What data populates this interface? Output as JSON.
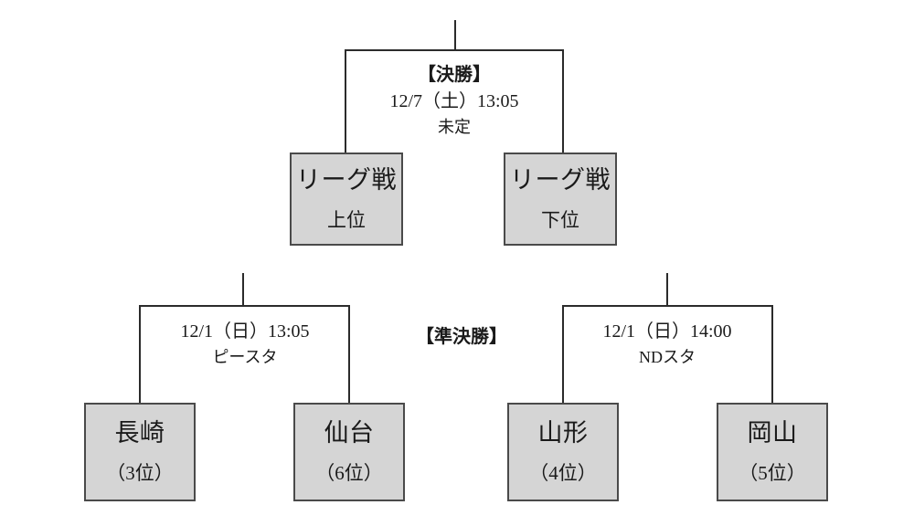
{
  "diagram": {
    "type": "tournament-bracket",
    "title_text": "",
    "colors": {
      "box_fill": "#d5d5d5",
      "box_border": "#4a4a4a",
      "line": "#2b2b2b",
      "background": "#ffffff",
      "text": "#1a1a1a"
    }
  },
  "final": {
    "round_label": "【決勝】",
    "datetime": "12/7（土）13:05",
    "venue": "未定",
    "left_slot": {
      "primary": "リーグ戦",
      "secondary": "上位"
    },
    "right_slot": {
      "primary": "リーグ戦",
      "secondary": "下位"
    }
  },
  "semifinal": {
    "round_label": "【準決勝】",
    "matches": [
      {
        "datetime": "12/1（日）13:05",
        "venue": "ピースタ",
        "left_team": {
          "primary": "長崎",
          "secondary": "（3位）"
        },
        "right_team": {
          "primary": "仙台",
          "secondary": "（6位）"
        }
      },
      {
        "datetime": "12/1（日）14:00",
        "venue": "NDスタ",
        "left_team": {
          "primary": "山形",
          "secondary": "（4位）"
        },
        "right_team": {
          "primary": "岡山",
          "secondary": "（5位）"
        }
      }
    ]
  }
}
